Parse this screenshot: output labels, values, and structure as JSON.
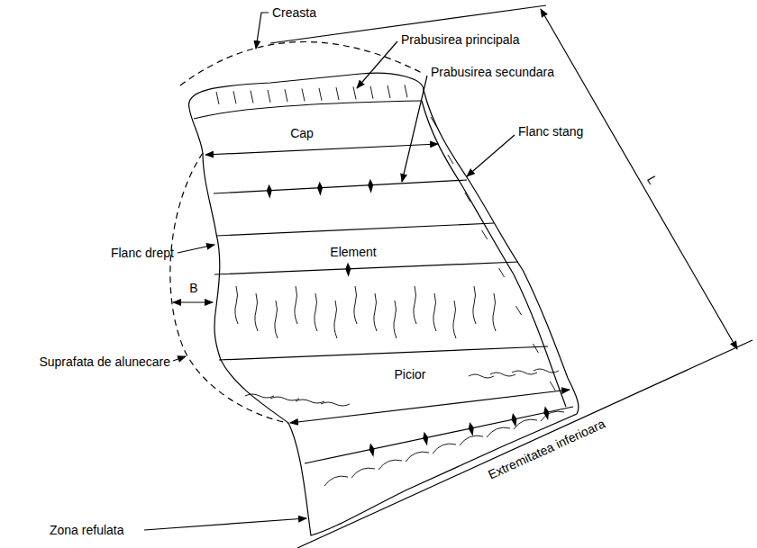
{
  "diagram": {
    "labels": [
      "Creasta",
      "Prabusirea principala",
      "Prabusirea secundara",
      "Flanc stang",
      "Cap",
      "Flanc drept",
      "Element",
      "B",
      "Suprafata de alunecare",
      "Picior",
      "Zona refulata",
      "Extremitatea inferioara",
      "L"
    ]
  }
}
